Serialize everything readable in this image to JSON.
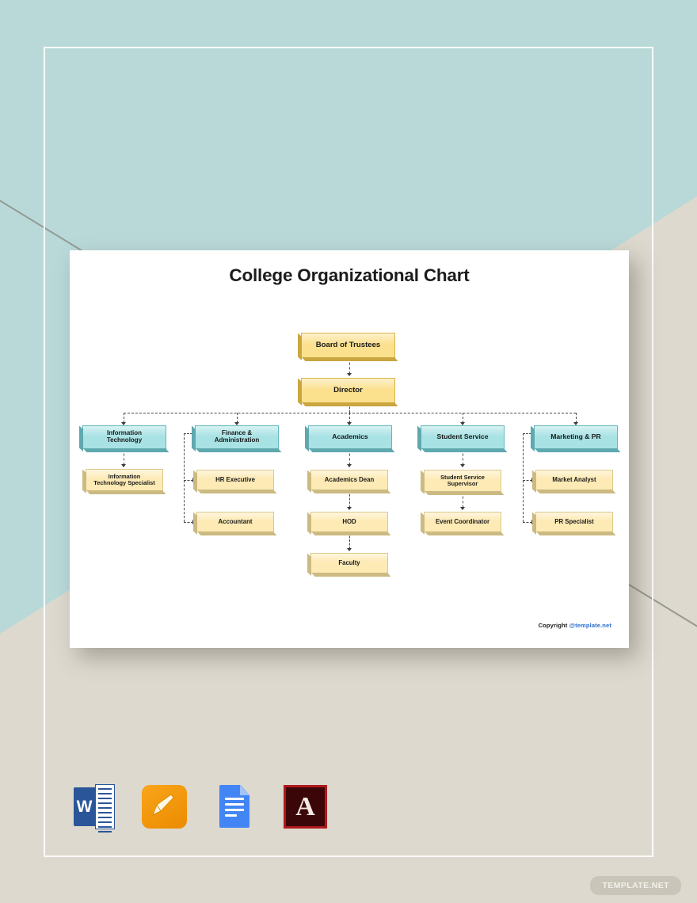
{
  "document": {
    "title": "College Organizational Chart",
    "copyright_prefix": "Copyright ",
    "copyright_link": "@template.net"
  },
  "colors": {
    "background_teal": "#b9d9d9",
    "background_beige": "#ddd9cf",
    "page_white": "#ffffff",
    "node_yellow": "#fbe08e",
    "node_pale_yellow": "#fdeab4",
    "node_teal": "#a8e2e4",
    "connector": "#4a4a4a",
    "link_blue": "#2f6fd0"
  },
  "chart_data": {
    "type": "diagram",
    "title": "College Organizational Chart",
    "orientation": "top-down",
    "levels": [
      {
        "level": 0,
        "nodes": [
          {
            "id": "board",
            "label": "Board of Trustees",
            "style": "yellow"
          }
        ]
      },
      {
        "level": 1,
        "nodes": [
          {
            "id": "director",
            "label": "Director",
            "style": "yellow"
          }
        ]
      },
      {
        "level": 2,
        "nodes": [
          {
            "id": "it",
            "label": "Information Technology",
            "style": "teal"
          },
          {
            "id": "finance",
            "label": "Finance & Administration",
            "style": "teal"
          },
          {
            "id": "academics",
            "label": "Academics",
            "style": "teal"
          },
          {
            "id": "student",
            "label": "Student Service",
            "style": "teal"
          },
          {
            "id": "marketing",
            "label": "Marketing & PR",
            "style": "teal"
          }
        ]
      },
      {
        "level": 3,
        "nodes": [
          {
            "id": "it1",
            "label": "Information Technology Specialist",
            "style": "pale"
          },
          {
            "id": "fin1",
            "label": "HR Executive",
            "style": "pale"
          },
          {
            "id": "aca1",
            "label": "Academics Dean",
            "style": "pale"
          },
          {
            "id": "stu1",
            "label": "Student Service Supervisor",
            "style": "pale"
          },
          {
            "id": "mkt1",
            "label": "Market Analyst",
            "style": "pale"
          }
        ]
      },
      {
        "level": 4,
        "nodes": [
          {
            "id": "fin2",
            "label": "Accountant",
            "style": "pale"
          },
          {
            "id": "aca2",
            "label": "HOD",
            "style": "pale"
          },
          {
            "id": "stu2",
            "label": "Event Coordinator",
            "style": "pale"
          },
          {
            "id": "mkt2",
            "label": "PR Specialist",
            "style": "pale"
          }
        ]
      },
      {
        "level": 5,
        "nodes": [
          {
            "id": "aca3",
            "label": "Faculty",
            "style": "pale"
          }
        ]
      }
    ],
    "edges": [
      {
        "from": "board",
        "to": "director"
      },
      {
        "from": "director",
        "to": "it"
      },
      {
        "from": "director",
        "to": "finance"
      },
      {
        "from": "director",
        "to": "academics"
      },
      {
        "from": "director",
        "to": "student"
      },
      {
        "from": "director",
        "to": "marketing"
      },
      {
        "from": "it",
        "to": "it1"
      },
      {
        "from": "finance",
        "to": "fin1"
      },
      {
        "from": "finance",
        "to": "fin2"
      },
      {
        "from": "academics",
        "to": "aca1"
      },
      {
        "from": "aca1",
        "to": "aca2"
      },
      {
        "from": "aca2",
        "to": "aca3"
      },
      {
        "from": "student",
        "to": "stu1"
      },
      {
        "from": "stu1",
        "to": "stu2"
      },
      {
        "from": "marketing",
        "to": "mkt1"
      },
      {
        "from": "marketing",
        "to": "mkt2"
      }
    ]
  },
  "nodes": {
    "board": "Board of Trustees",
    "director": "Director",
    "it": "Information\nTechnology",
    "it_line1": "Information",
    "it_line2": "Technology",
    "finance_line1": "Finance &",
    "finance_line2": "Administration",
    "academics": "Academics",
    "student": "Student Service",
    "marketing": "Marketing & PR",
    "it_specialist_line1": "Information",
    "it_specialist_line2": "Technology Specialist",
    "hr_executive": "HR Executive",
    "accountant": "Accountant",
    "academics_dean": "Academics Dean",
    "hod": "HOD",
    "faculty": "Faculty",
    "student_sup_line1": "Student Service",
    "student_sup_line2": "Supervisor",
    "event_coordinator": "Event Coordinator",
    "market_analyst": "Market Analyst",
    "pr_specialist": "PR Specialist"
  },
  "formats": [
    {
      "name": "ms-word",
      "label": "W"
    },
    {
      "name": "apple-pages",
      "label": ""
    },
    {
      "name": "google-docs",
      "label": ""
    },
    {
      "name": "adobe-pdf",
      "label": "A"
    }
  ],
  "watermark": {
    "label": "TEMPLATE.NET"
  }
}
